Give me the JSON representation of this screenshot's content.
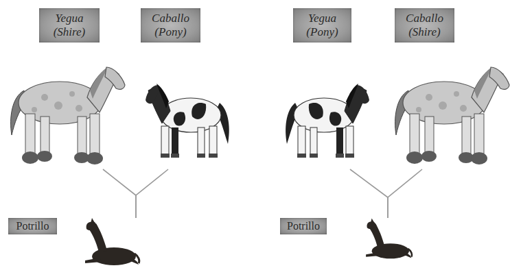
{
  "diagram": {
    "nodes": [
      {
        "text": [
          "Yegua (Shire)"
        ]
      },
      {
        "text": [
          "Caballo (Pony)"
        ]
      },
      {
        "text": [
          "Yegua (Pony)"
        ]
      },
      {
        "text": [
          "Caballo (Shire)"
        ]
      },
      {
        "text": [
          "Potrillo"
        ]
      },
      {
        "text": [
          "Potrillo"
        ]
      }
    ],
    "edges": [
      {
        "from": 0,
        "to": 4,
        "arrow": "none"
      },
      {
        "from": 1,
        "to": 4,
        "arrow": "none"
      },
      {
        "from": 2,
        "to": 5,
        "arrow": "none"
      },
      {
        "from": 3,
        "to": 5,
        "arrow": "none"
      }
    ]
  }
}
